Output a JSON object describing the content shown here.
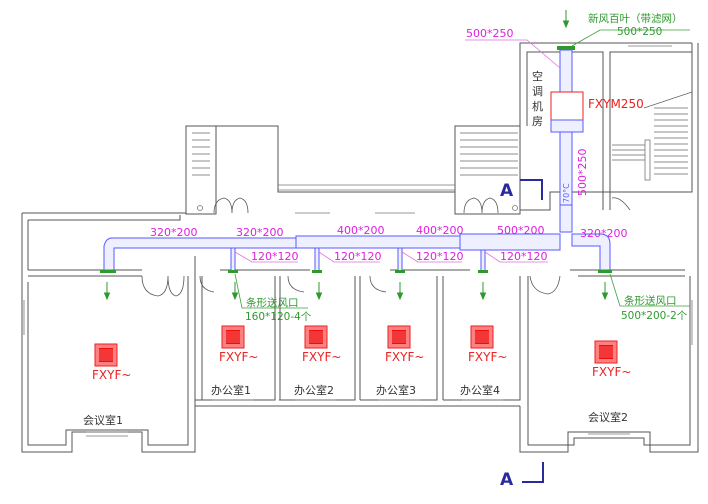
{
  "drawing": {
    "type": "HVAC duct floor plan",
    "room_labels": {
      "ac_room": [
        "空",
        "调",
        "机",
        "房"
      ],
      "meeting1": "会议室1",
      "meeting2": "会议室2",
      "office1": "办公室1",
      "office2": "办公室2",
      "office3": "办公室3",
      "office4": "办公室4"
    },
    "main_unit": {
      "model": "FXYM250"
    },
    "indoor_units": [
      {
        "room": "meeting1",
        "model": "FXYF~"
      },
      {
        "room": "office1",
        "model": "FXYF~"
      },
      {
        "room": "office2",
        "model": "FXYF~"
      },
      {
        "room": "office3",
        "model": "FXYF~"
      },
      {
        "room": "office4",
        "model": "FXYF~"
      },
      {
        "room": "meeting2",
        "model": "FXYF~"
      }
    ],
    "fresh_air": {
      "label": "新风百叶（带滤网）",
      "size": "500*250"
    },
    "ducts": {
      "intake": "500*250",
      "riser": "500*250",
      "fire_damper": "70°C",
      "trunk_sizes": [
        "320*200",
        "320*200",
        "400*200",
        "400*200",
        "500*200",
        "320*200"
      ],
      "branch_sizes": [
        "120*120",
        "120*120",
        "120*120",
        "120*120"
      ]
    },
    "diffusers": {
      "left": {
        "label": "条形送风口",
        "spec": "160*120-4个"
      },
      "right": {
        "label": "条形送风口",
        "spec": "500*200-2个"
      }
    },
    "section_marks": {
      "top": "A",
      "bottom": "A"
    },
    "colors": {
      "duct": "#5a5aff",
      "duct_label": "#e020e0",
      "equipment": "#ee2020",
      "diffuser": "#2e9a2e",
      "section": "#2a2a9a",
      "wall": "#555555"
    }
  }
}
